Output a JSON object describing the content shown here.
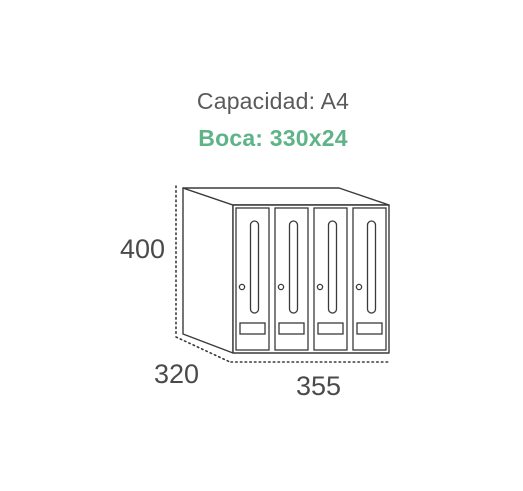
{
  "header": {
    "capacity_label": "Capacidad: A4",
    "mouth_label": "Boca: 330x24"
  },
  "dimensions": {
    "height": "400",
    "depth": "320",
    "width": "355"
  },
  "mailbox": {
    "doors": 4
  },
  "colors": {
    "accent": "#5fb389",
    "line": "#3a3a3a",
    "text": "#5a5a5a"
  }
}
